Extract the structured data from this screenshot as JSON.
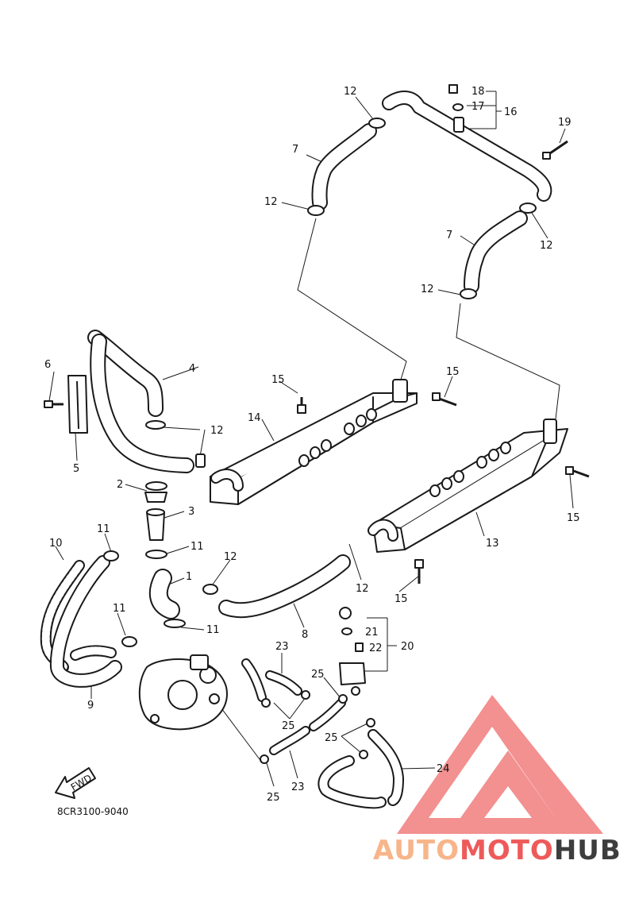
{
  "diagram": {
    "doc_code": "8CR3100-9040",
    "fwd_label": "FWD",
    "callouts": [
      {
        "id": "c1",
        "text": "1"
      },
      {
        "id": "c2",
        "text": "2"
      },
      {
        "id": "c3",
        "text": "3"
      },
      {
        "id": "c4",
        "text": "4"
      },
      {
        "id": "c5",
        "text": "5"
      },
      {
        "id": "c6",
        "text": "6"
      },
      {
        "id": "c7a",
        "text": "7"
      },
      {
        "id": "c7b",
        "text": "7"
      },
      {
        "id": "c8",
        "text": "8"
      },
      {
        "id": "c9",
        "text": "9"
      },
      {
        "id": "c10",
        "text": "10"
      },
      {
        "id": "c11a",
        "text": "11"
      },
      {
        "id": "c11b",
        "text": "11"
      },
      {
        "id": "c11c",
        "text": "11"
      },
      {
        "id": "c11d",
        "text": "11"
      },
      {
        "id": "c12a",
        "text": "12"
      },
      {
        "id": "c12b",
        "text": "12"
      },
      {
        "id": "c12c",
        "text": "12"
      },
      {
        "id": "c12d",
        "text": "12"
      },
      {
        "id": "c12e",
        "text": "12"
      },
      {
        "id": "c12f",
        "text": "12"
      },
      {
        "id": "c12g",
        "text": "12"
      },
      {
        "id": "c13",
        "text": "13"
      },
      {
        "id": "c14",
        "text": "14"
      },
      {
        "id": "c15a",
        "text": "15"
      },
      {
        "id": "c15b",
        "text": "15"
      },
      {
        "id": "c15c",
        "text": "15"
      },
      {
        "id": "c15d",
        "text": "15"
      },
      {
        "id": "c16",
        "text": "16"
      },
      {
        "id": "c17",
        "text": "17"
      },
      {
        "id": "c18",
        "text": "18"
      },
      {
        "id": "c19",
        "text": "19"
      },
      {
        "id": "c20",
        "text": "20"
      },
      {
        "id": "c21",
        "text": "21"
      },
      {
        "id": "c22",
        "text": "22"
      },
      {
        "id": "c23a",
        "text": "23"
      },
      {
        "id": "c23b",
        "text": "23"
      },
      {
        "id": "c24",
        "text": "24"
      },
      {
        "id": "c25a",
        "text": "25"
      },
      {
        "id": "c25b",
        "text": "25"
      },
      {
        "id": "c25c",
        "text": "25"
      },
      {
        "id": "c25d",
        "text": "25"
      }
    ]
  },
  "watermark": {
    "part1": "AUTO",
    "part2": "MOTO",
    "part3": "HUB",
    "color_light": "#f7b58a",
    "color_mid": "#ee5a5a",
    "color_dark": "#3d3d3d",
    "logo_color": "#f06b6b"
  }
}
